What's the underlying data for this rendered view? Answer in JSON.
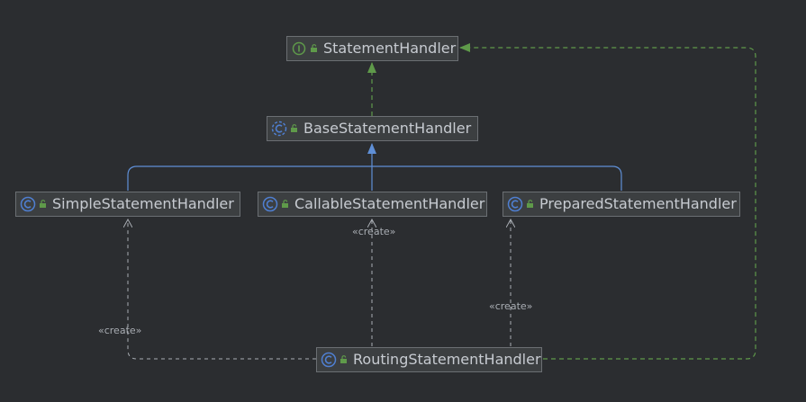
{
  "diagram": {
    "nodes": [
      {
        "id": "statement-handler",
        "label": "StatementHandler",
        "kind": "interface",
        "icon": "interface-icon"
      },
      {
        "id": "base-statement-handler",
        "label": "BaseStatementHandler",
        "kind": "abstract-class",
        "icon": "abstract-class-icon"
      },
      {
        "id": "simple-statement-handler",
        "label": "SimpleStatementHandler",
        "kind": "class",
        "icon": "class-icon"
      },
      {
        "id": "callable-statement-handler",
        "label": "CallableStatementHandler",
        "kind": "class",
        "icon": "class-icon"
      },
      {
        "id": "prepared-statement-handler",
        "label": "PreparedStatementHandler",
        "kind": "class",
        "icon": "class-icon"
      },
      {
        "id": "routing-statement-handler",
        "label": "RoutingStatementHandler",
        "kind": "class",
        "icon": "class-icon"
      }
    ],
    "edges": [
      {
        "from": "base-statement-handler",
        "to": "statement-handler",
        "type": "implements"
      },
      {
        "from": "simple-statement-handler",
        "to": "base-statement-handler",
        "type": "extends"
      },
      {
        "from": "callable-statement-handler",
        "to": "base-statement-handler",
        "type": "extends"
      },
      {
        "from": "prepared-statement-handler",
        "to": "base-statement-handler",
        "type": "extends"
      },
      {
        "from": "routing-statement-handler",
        "to": "statement-handler",
        "type": "implements"
      },
      {
        "from": "routing-statement-handler",
        "to": "simple-statement-handler",
        "type": "create",
        "label": "«create»"
      },
      {
        "from": "routing-statement-handler",
        "to": "callable-statement-handler",
        "type": "create",
        "label": "«create»"
      },
      {
        "from": "routing-statement-handler",
        "to": "prepared-statement-handler",
        "type": "create",
        "label": "«create»"
      }
    ]
  },
  "colors": {
    "background": "#2b2d30",
    "node_fill": "#3c3f41",
    "node_border": "#6b6f73",
    "node_text": "#c7cbd1",
    "extends_line": "#5f8fd6",
    "implements_line": "#5f9a4a",
    "create_line": "#a9adb3",
    "class_icon": "#4f7fd1",
    "interface_icon": "#5f9a4a",
    "lock_icon": "#5f9a4a"
  }
}
